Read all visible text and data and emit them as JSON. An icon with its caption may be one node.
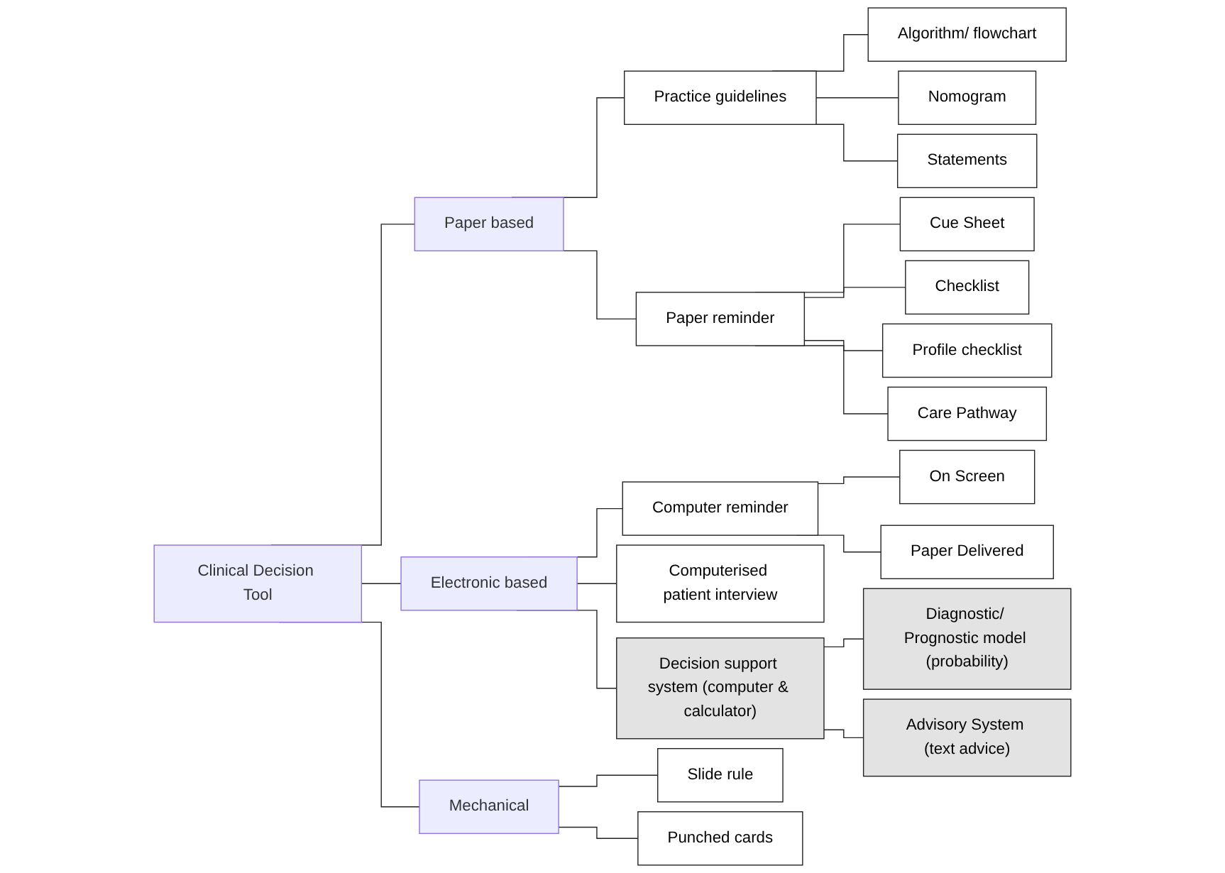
{
  "diagram": {
    "nodes": [
      {
        "text": [
          "Clinical Decision Tool"
        ]
      },
      {
        "text": [
          "Paper based"
        ]
      },
      {
        "text": [
          "Electronic based"
        ]
      },
      {
        "text": [
          "Mechanical"
        ]
      },
      {
        "text": [
          "Practice guidelines"
        ]
      },
      {
        "text": [
          "Paper reminder"
        ]
      },
      {
        "text": [
          "Algorithm/ flowchart"
        ]
      },
      {
        "text": [
          "Nomogram"
        ]
      },
      {
        "text": [
          "Statements"
        ]
      },
      {
        "text": [
          "Cue Sheet"
        ]
      },
      {
        "text": [
          "Checklist"
        ]
      },
      {
        "text": [
          "Profile checklist"
        ]
      },
      {
        "text": [
          "Care Pathway"
        ]
      },
      {
        "text": [
          "Computer reminder"
        ]
      },
      {
        "text": [
          "Computerised patient interview"
        ]
      },
      {
        "text": [
          "Decision support system (computer & calculator)"
        ]
      },
      {
        "text": [
          "On Screen"
        ]
      },
      {
        "text": [
          "Paper Delivered"
        ]
      },
      {
        "text": [
          "Diagnostic/ Prognostic model (probability)"
        ]
      },
      {
        "text": [
          "Advisory System (text advice)"
        ]
      },
      {
        "text": [
          "Slide rule"
        ]
      },
      {
        "text": [
          "Punched cards"
        ]
      }
    ],
    "edges": [
      {
        "from": 0,
        "to": 1,
        "arrow": "none"
      },
      {
        "from": 0,
        "to": 2,
        "arrow": "none"
      },
      {
        "from": 0,
        "to": 3,
        "arrow": "none"
      },
      {
        "from": 1,
        "to": 4,
        "arrow": "none"
      },
      {
        "from": 1,
        "to": 5,
        "arrow": "none"
      },
      {
        "from": 4,
        "to": 6,
        "arrow": "none"
      },
      {
        "from": 4,
        "to": 7,
        "arrow": "none"
      },
      {
        "from": 4,
        "to": 8,
        "arrow": "none"
      },
      {
        "from": 5,
        "to": 9,
        "arrow": "none"
      },
      {
        "from": 5,
        "to": 10,
        "arrow": "none"
      },
      {
        "from": 5,
        "to": 11,
        "arrow": "none"
      },
      {
        "from": 5,
        "to": 12,
        "arrow": "none"
      },
      {
        "from": 2,
        "to": 13,
        "arrow": "none"
      },
      {
        "from": 2,
        "to": 14,
        "arrow": "none"
      },
      {
        "from": 2,
        "to": 15,
        "arrow": "none"
      },
      {
        "from": 13,
        "to": 16,
        "arrow": "none"
      },
      {
        "from": 13,
        "to": 17,
        "arrow": "none"
      },
      {
        "from": 15,
        "to": 18,
        "arrow": "none"
      },
      {
        "from": 15,
        "to": 19,
        "arrow": "none"
      },
      {
        "from": 3,
        "to": 20,
        "arrow": "none"
      },
      {
        "from": 3,
        "to": 21,
        "arrow": "none"
      }
    ]
  }
}
